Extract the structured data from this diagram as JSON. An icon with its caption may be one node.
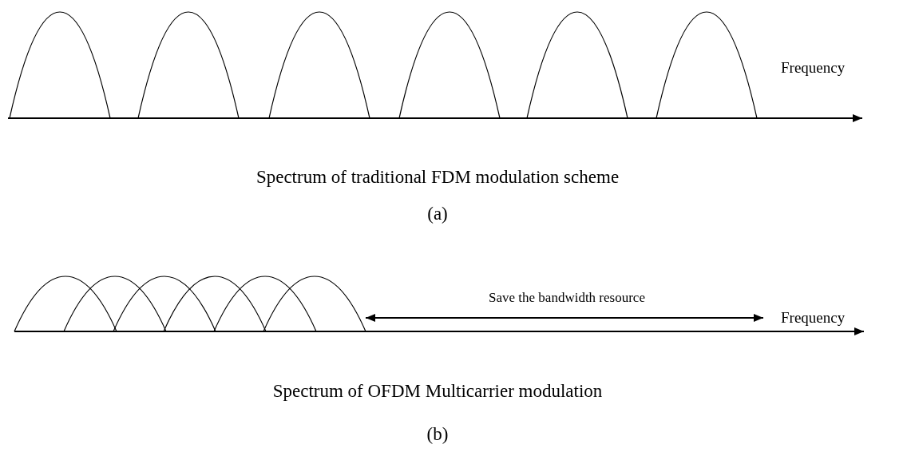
{
  "diagram": {
    "labels": [
      "Frequency",
      "Spectrum of traditional FDM modulation scheme",
      "(a)",
      "Save the bandwidth resource",
      "Frequency",
      "Spectrum of OFDM Multicarrier modulation",
      "(b)"
    ]
  }
}
